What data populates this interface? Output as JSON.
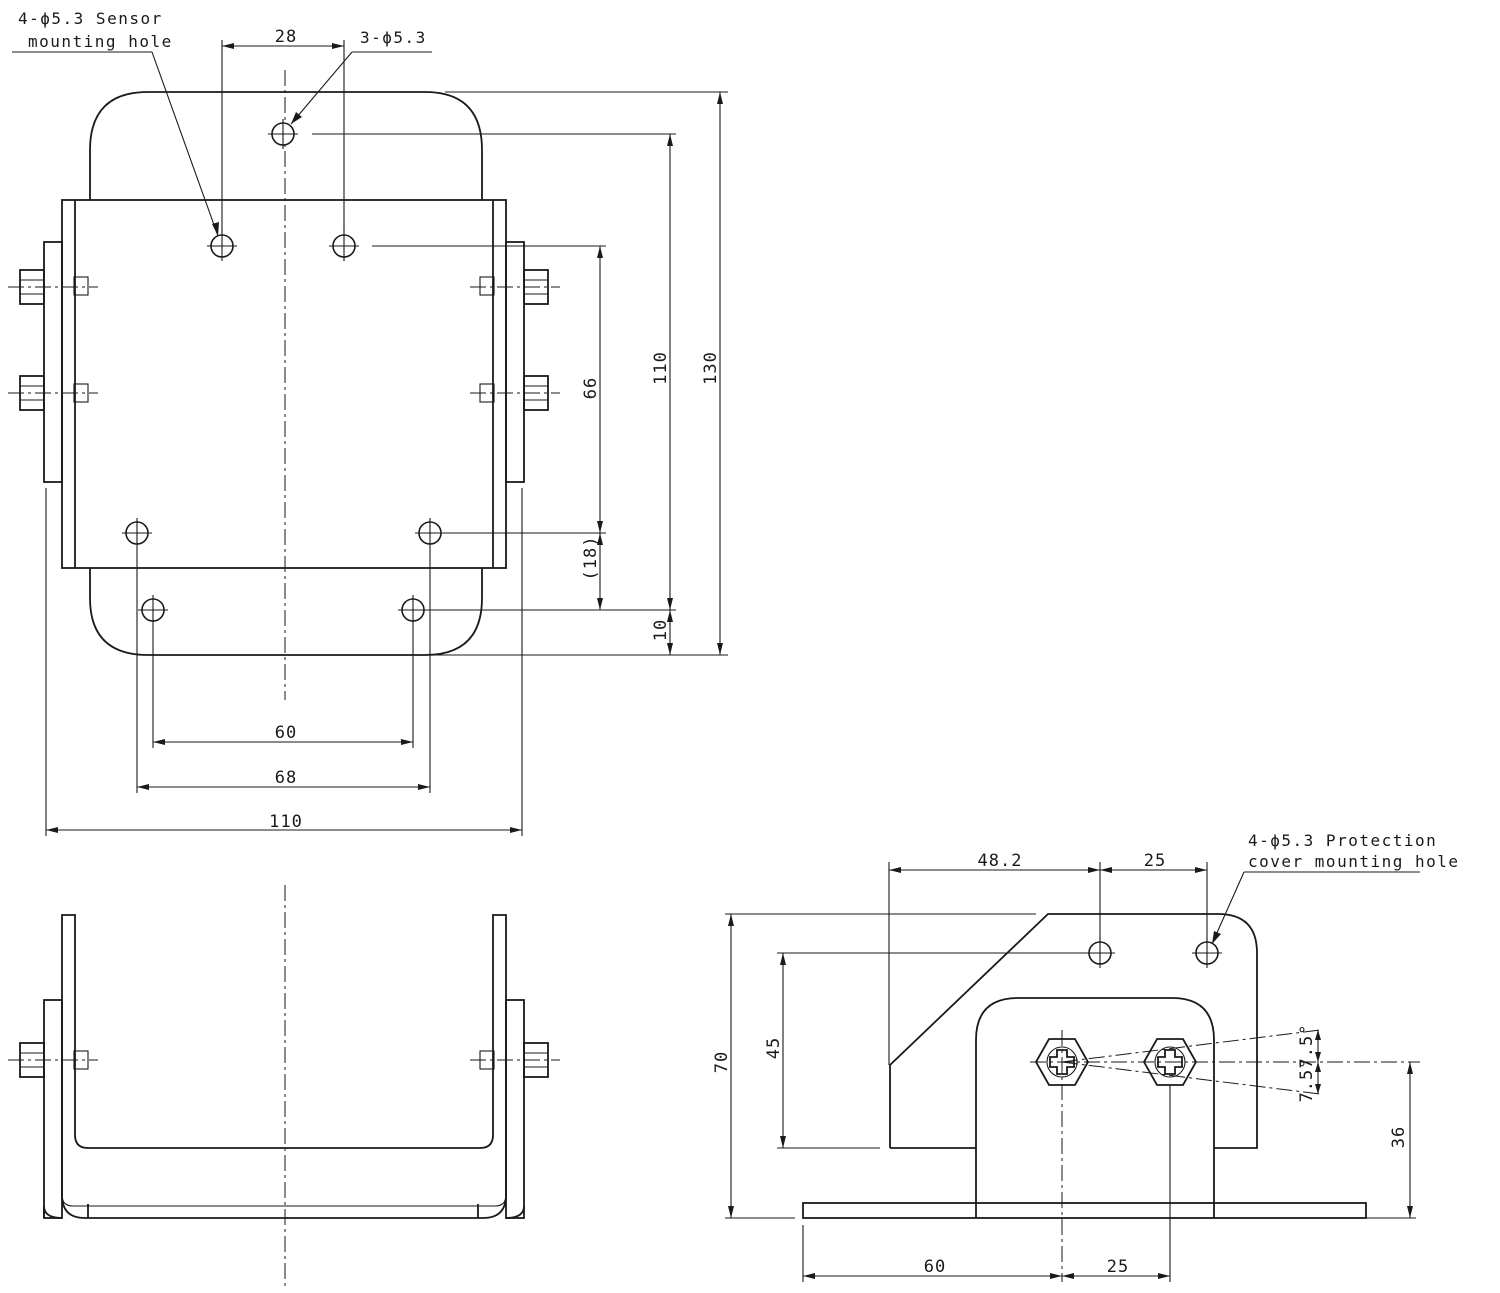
{
  "callouts": {
    "sensor_hole_qty": "4-ϕ5.3 Sensor",
    "sensor_hole_desc": "mounting hole",
    "top_hole_qty": "3-ϕ5.3",
    "cover_hole_qty": "4-ϕ5.3 Protection",
    "cover_hole_desc": "cover mounting hole"
  },
  "front_view": {
    "dim_top_holes": "28",
    "dim_hole_spacing": "66",
    "dim_offset": "(18)",
    "dim_hole_row": "110",
    "dim_overall_height": "130",
    "dim_edge": "10",
    "dim_inner_holes": "60",
    "dim_outer_holes": "68",
    "dim_overall_width": "110"
  },
  "side_view": {
    "dim_hole_from_bend": "48.2",
    "dim_hole_spacing_top": "25",
    "dim_height": "70",
    "dim_hole_height": "45",
    "dim_angle_upper": "7.5°",
    "dim_angle_lower": "7.5°",
    "dim_pivot_height": "36",
    "dim_base_to_pivot": "60",
    "dim_pivot_spacing": "25"
  }
}
